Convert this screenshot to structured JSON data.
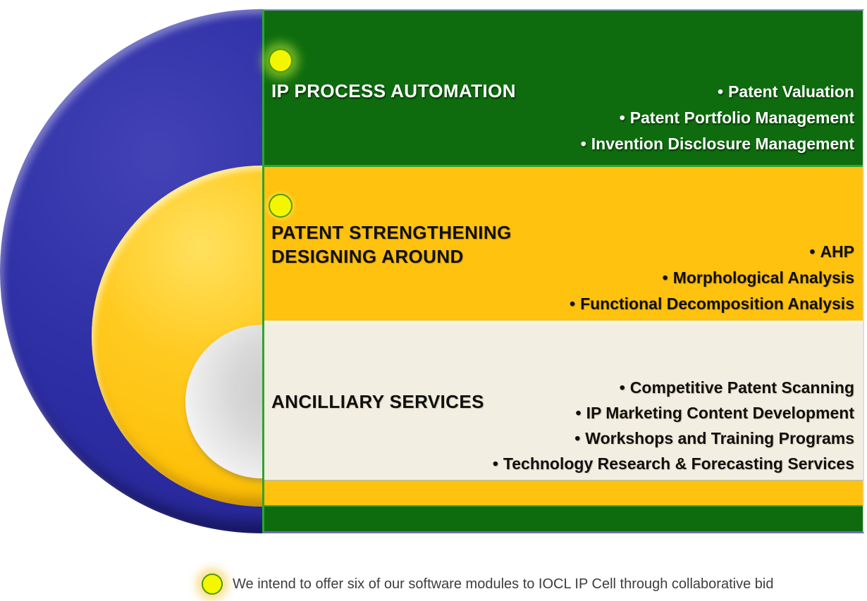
{
  "bullet_char": "•",
  "colors": {
    "band_green": "#0e6c0e",
    "band_gold": "#ffc20e",
    "band_cream": "#f2efe2",
    "ring_blue": "#28289a",
    "ring_gold": "#fdc008",
    "ring_silver": "#e0e0e0",
    "marker_yellow": "#f4f600",
    "marker_stroke": "#4e9c00"
  },
  "bands": [
    {
      "title": "IP PROCESS AUTOMATION",
      "items": [
        "Patent Valuation",
        "Patent Portfolio Management",
        "Invention Disclosure Management"
      ]
    },
    {
      "title_line1": "PATENT STRENGTHENING",
      "title_line2": "DESIGNING AROUND",
      "items": [
        "AHP",
        "Morphological Analysis",
        "Functional Decomposition Analysis"
      ]
    },
    {
      "title": "ANCILLIARY SERVICES",
      "items": [
        "Competitive Patent Scanning",
        "IP Marketing Content Development",
        "Workshops and Training Programs",
        "Technology Research & Forecasting Services"
      ]
    }
  ],
  "legend": {
    "text": "We intend to offer six of our software modules to IOCL IP Cell through collaborative bid"
  }
}
